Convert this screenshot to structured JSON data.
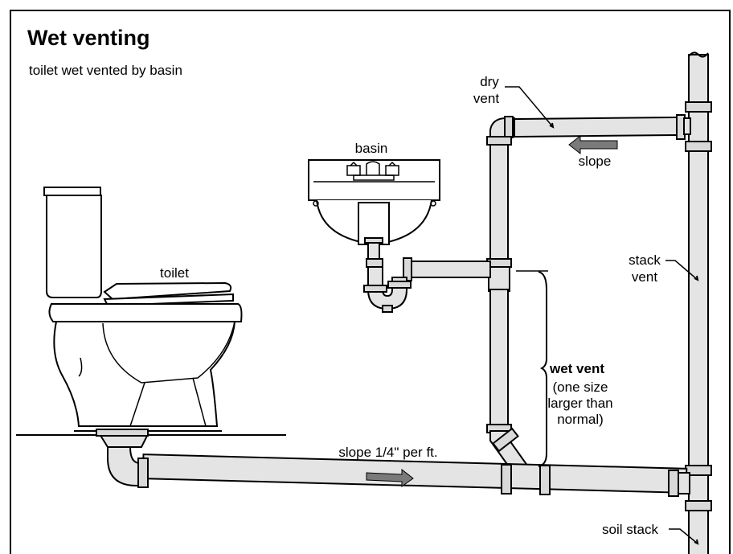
{
  "title": "Wet venting",
  "subtitle": "toilet wet vented by basin",
  "labels": {
    "dry_vent_line1": "dry",
    "dry_vent_line2": "vent",
    "slope_top": "slope",
    "basin": "basin",
    "toilet": "toilet",
    "stack_vent_line1": "stack",
    "stack_vent_line2": "vent",
    "wet_vent": "wet vent",
    "wet_vent_note_line1": "(one size",
    "wet_vent_note_line2": "larger than",
    "wet_vent_note_line3": "normal)",
    "slope_bottom": "slope 1/4\" per ft.",
    "soil_stack": "soil stack"
  }
}
